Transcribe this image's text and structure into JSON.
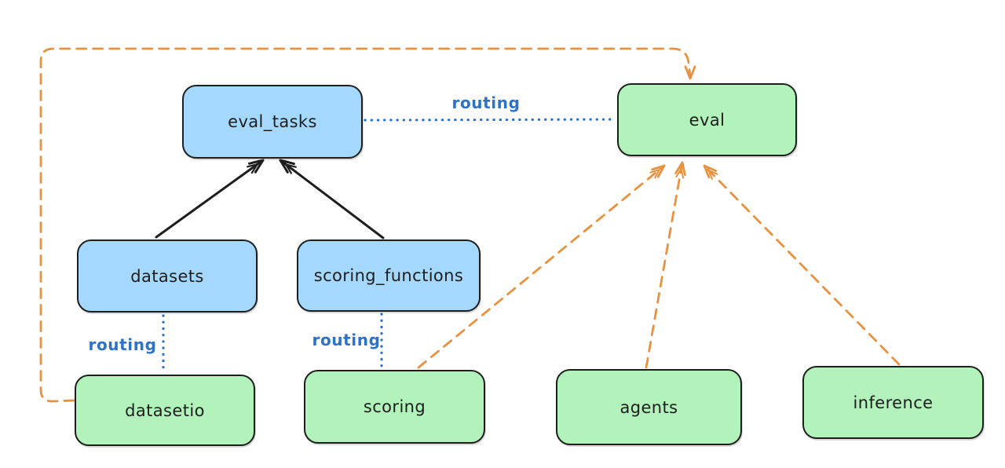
{
  "colors": {
    "stroke_dark": "#1e1e1e",
    "node_blue_fill": "#a5d8ff",
    "node_green_fill": "#b2f2bb",
    "orange": "#e8923f",
    "routing_blue": "#2e72c8",
    "background": "#ffffff"
  },
  "nodes": {
    "eval_tasks": {
      "label": "eval_tasks",
      "fill": "blue"
    },
    "eval": {
      "label": "eval",
      "fill": "green"
    },
    "datasets": {
      "label": "datasets",
      "fill": "blue"
    },
    "scoring_functions": {
      "label": "scoring_functions",
      "fill": "blue"
    },
    "datasetio": {
      "label": "datasetio",
      "fill": "green"
    },
    "scoring": {
      "label": "scoring",
      "fill": "green"
    },
    "agents": {
      "label": "agents",
      "fill": "green"
    },
    "inference": {
      "label": "inference",
      "fill": "green"
    }
  },
  "labels": {
    "routing_eval_tasks_eval": "routing",
    "routing_datasets_datasetio": "routing",
    "routing_scoringfns_scoring": "routing"
  },
  "edges": [
    {
      "from": "datasets",
      "to": "eval_tasks",
      "style": "solid",
      "color": "#1e1e1e",
      "arrow": true,
      "label": ""
    },
    {
      "from": "scoring_functions",
      "to": "eval_tasks",
      "style": "solid",
      "color": "#1e1e1e",
      "arrow": true,
      "label": ""
    },
    {
      "from": "eval_tasks",
      "to": "eval",
      "style": "dotted",
      "color": "#2e72c8",
      "arrow": false,
      "label": "routing"
    },
    {
      "from": "datasets",
      "to": "datasetio",
      "style": "dotted",
      "color": "#2e72c8",
      "arrow": false,
      "label": "routing"
    },
    {
      "from": "scoring_functions",
      "to": "scoring",
      "style": "dotted",
      "color": "#2e72c8",
      "arrow": false,
      "label": "routing"
    },
    {
      "from": "datasetio",
      "to": "eval",
      "style": "dashed-loop",
      "color": "#e8923f",
      "arrow": true,
      "label": ""
    },
    {
      "from": "scoring",
      "to": "eval",
      "style": "dashed",
      "color": "#e8923f",
      "arrow": true,
      "label": ""
    },
    {
      "from": "agents",
      "to": "eval",
      "style": "dashed",
      "color": "#e8923f",
      "arrow": true,
      "label": ""
    },
    {
      "from": "inference",
      "to": "eval",
      "style": "dashed",
      "color": "#e8923f",
      "arrow": true,
      "label": ""
    }
  ]
}
